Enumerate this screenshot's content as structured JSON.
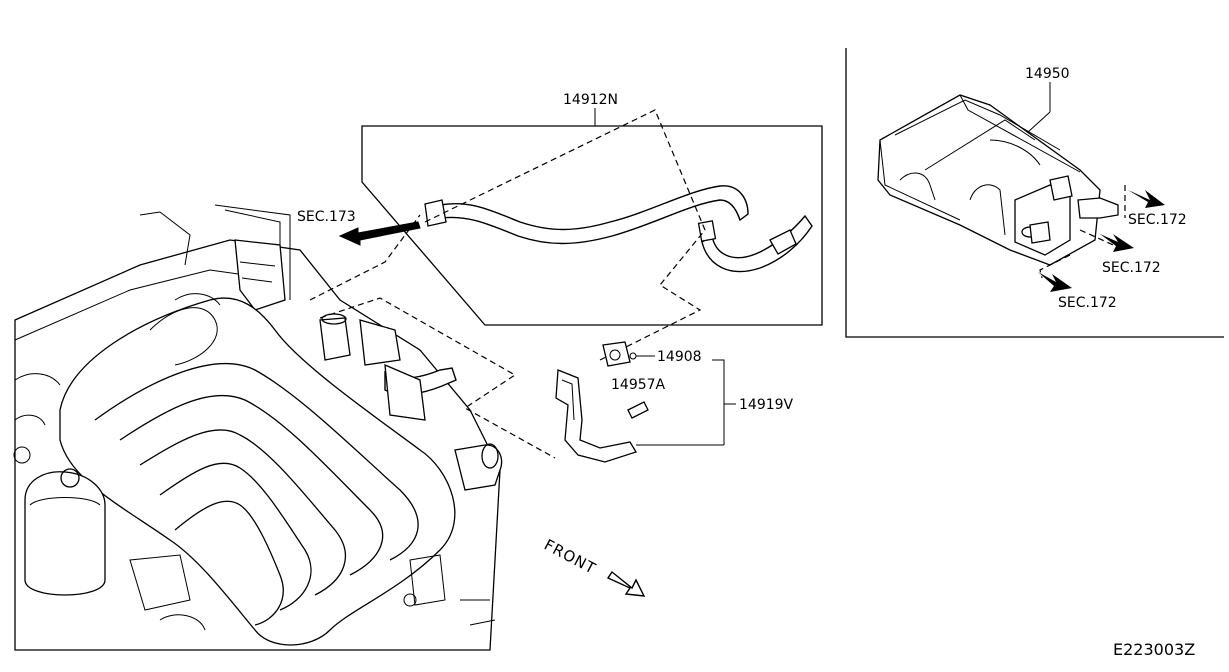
{
  "labels": {
    "purge_hose": "14912N",
    "canister": "14950",
    "solenoid": "14908",
    "bolt": "14957A",
    "bracket": "14919V",
    "sec_173": "SEC.173",
    "sec_172_a": "SEC.172",
    "sec_172_b": "SEC.172",
    "sec_172_c": "SEC.172",
    "front": "FRONT",
    "diagram_code": "E223003Z"
  }
}
